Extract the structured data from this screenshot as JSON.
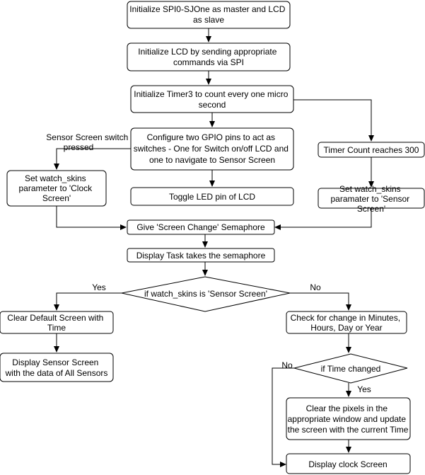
{
  "nodes": {
    "init_spi": [
      "Initialize SPI0-SJOne as master and LCD",
      "as slave"
    ],
    "init_lcd": [
      "Initialize LCD by sending appropriate",
      "commands via SPI"
    ],
    "init_timer": [
      "Initialize Timer3 to count every one micro",
      "second"
    ],
    "configure_gpio": [
      "Configure two GPIO pins to act as",
      "switches - One for Switch on/off LCD and",
      "one to navigate to Sensor Screen"
    ],
    "timer_count": [
      "Timer Count reaches 300"
    ],
    "set_clock": [
      "Set watch_skins",
      "parameter to 'Clock",
      "Screen'"
    ],
    "toggle_led": [
      "Toggle LED pin of LCD"
    ],
    "set_sensor": [
      "Set watch_skins",
      "paramater to 'Sensor",
      "Screen'"
    ],
    "give_sem": [
      "Give 'Screen Change' Semaphore"
    ],
    "display_task": [
      "Display Task takes the semaphore"
    ],
    "decision_skins": [
      "if watch_skins is 'Sensor Screen'"
    ],
    "clear_default": [
      "Clear Default Screen with",
      "Time"
    ],
    "check_change": [
      "Check for change in Minutes,",
      "Hours, Day or Year"
    ],
    "display_sensor": [
      "Display Sensor Screen",
      "with the data of All Sensors"
    ],
    "decision_time": [
      "if Time changed"
    ],
    "clear_pixels": [
      "Clear the pixels in the",
      "appropriate window and update",
      "the screen with the current Time"
    ],
    "display_clock": [
      "Display clock Screen"
    ]
  },
  "edge_labels": {
    "sensor_switch": [
      "Sensor Screen switch",
      "pressed"
    ],
    "yes_left": "Yes",
    "no_right": "No",
    "no_time": "No",
    "yes_time": "Yes"
  }
}
